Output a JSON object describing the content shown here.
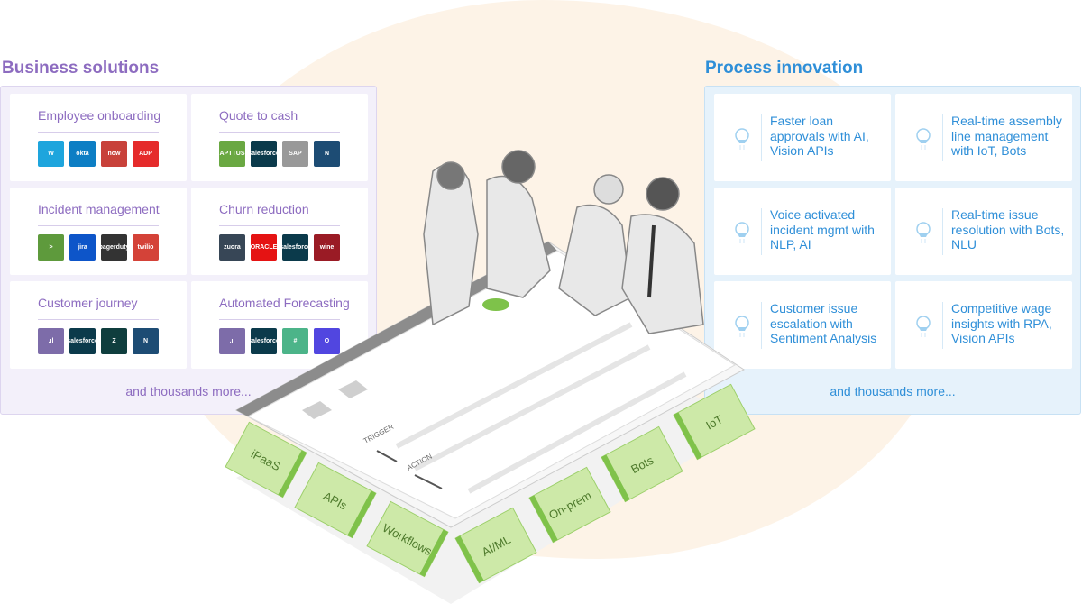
{
  "business": {
    "title": "Business solutions",
    "cards": [
      {
        "title": "Employee onboarding",
        "logos": [
          {
            "name": "W",
            "color": "#1ea5dd"
          },
          {
            "name": "okta",
            "color": "#0d7ec4"
          },
          {
            "name": "now",
            "color": "#c8413a"
          },
          {
            "name": "ADP",
            "color": "#e52b2b"
          }
        ]
      },
      {
        "title": "Quote to cash",
        "logos": [
          {
            "name": "APTTUS",
            "color": "#6aa842"
          },
          {
            "name": "salesforce",
            "color": "#0b3a4b"
          },
          {
            "name": "SAP",
            "color": "#999999"
          },
          {
            "name": "N",
            "color": "#1d4c74"
          }
        ]
      },
      {
        "title": "Incident management",
        "logos": [
          {
            "name": ">",
            "color": "#5e9a3c"
          },
          {
            "name": "jira",
            "color": "#0d55c9"
          },
          {
            "name": "pagerduty",
            "color": "#333333"
          },
          {
            "name": "twilio",
            "color": "#d44238"
          }
        ]
      },
      {
        "title": "Churn reduction",
        "logos": [
          {
            "name": "zuora",
            "color": "#374656"
          },
          {
            "name": "ORACLE",
            "color": "#e51313"
          },
          {
            "name": "salesforce",
            "color": "#0b3a4b"
          },
          {
            "name": "wine",
            "color": "#9a1b25"
          }
        ]
      },
      {
        "title": "Customer journey",
        "logos": [
          {
            "name": ".ıl",
            "color": "#7d6ca9"
          },
          {
            "name": "salesforce",
            "color": "#0b3a4b"
          },
          {
            "name": "Z",
            "color": "#0f3e3e"
          },
          {
            "name": "N",
            "color": "#1d4c74"
          }
        ]
      },
      {
        "title": "Automated Forecasting",
        "logos": [
          {
            "name": ".ıl",
            "color": "#7d6ca9"
          },
          {
            "name": "salesforce",
            "color": "#0b3a4b"
          },
          {
            "name": "#",
            "color": "#4cb489"
          },
          {
            "name": "O",
            "color": "#5146e0"
          }
        ]
      }
    ],
    "more": "and thousands more..."
  },
  "process": {
    "title": "Process innovation",
    "cards": [
      {
        "text": "Faster loan approvals with AI, Vision APIs"
      },
      {
        "text": "Real-time assembly line management with IoT, Bots"
      },
      {
        "text": "Voice activated incident mgmt with NLP, AI"
      },
      {
        "text": "Real-time issue resolution with Bots, NLU"
      },
      {
        "text": "Customer issue escalation with Sentiment Analysis"
      },
      {
        "text": "Competitive wage insights with RPA, Vision APIs"
      }
    ],
    "more": "and thousands more..."
  },
  "platform": {
    "trigger": "TRIGGER",
    "action": "ACTION",
    "blocks": [
      "iPaaS",
      "APIs",
      "Workflows",
      "AI/ML",
      "On-prem",
      "Bots",
      "IoT"
    ]
  }
}
